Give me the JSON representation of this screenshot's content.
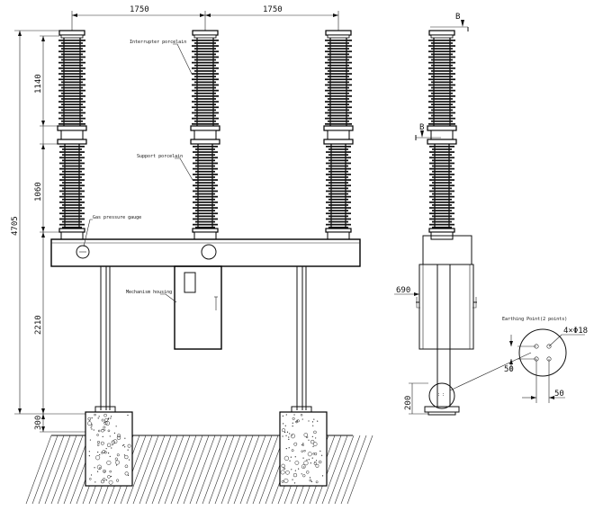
{
  "dimensions": {
    "pole_spacing_left": "1750",
    "pole_spacing_right": "1750",
    "interrupter_height": "1140",
    "support_height": "1060",
    "total_height": "4705",
    "frame_height": "2210",
    "foundation_height": "300",
    "side_width": "690",
    "base_height": "200",
    "earthing_offset_v": "50",
    "earthing_offset_h": "50"
  },
  "labels": {
    "interrupter": "Interrupter porcelain",
    "support": "Support porcelain",
    "gas_gauge": "Gas pressure gauge",
    "mechanism": "Mechanism housing",
    "earthing": "Earthing Point(2 points)",
    "holes": "4×Φ18",
    "section_top": "B",
    "section_mid": "B"
  },
  "colors": {
    "line": "#111111",
    "hatch": "#333333",
    "background": "#ffffff"
  }
}
